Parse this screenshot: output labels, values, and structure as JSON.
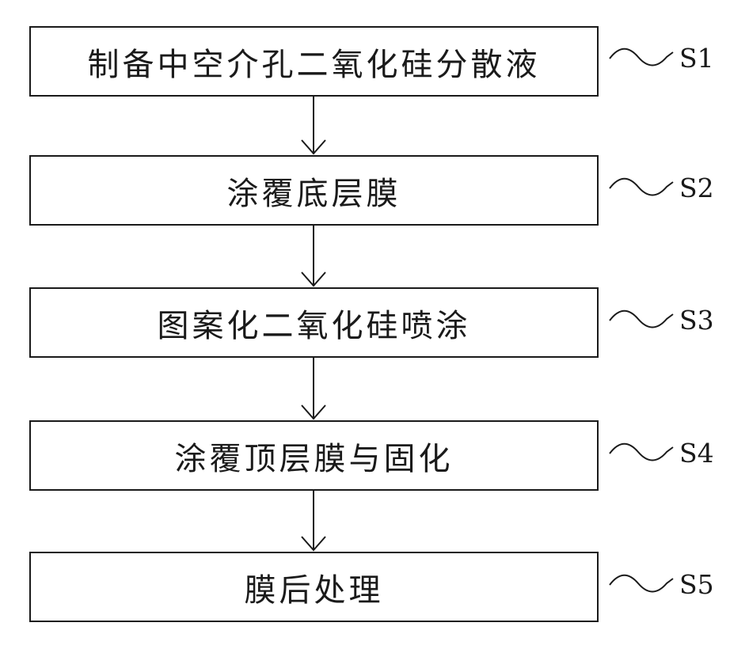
{
  "flowchart": {
    "steps": [
      {
        "id": "S1",
        "label": "制备中空介孔二氧化硅分散液"
      },
      {
        "id": "S2",
        "label": "涂覆底层膜"
      },
      {
        "id": "S3",
        "label": "图案化二氧化硅喷涂"
      },
      {
        "id": "S4",
        "label": "涂覆顶层膜与固化"
      },
      {
        "id": "S5",
        "label": "膜后处理"
      }
    ]
  }
}
